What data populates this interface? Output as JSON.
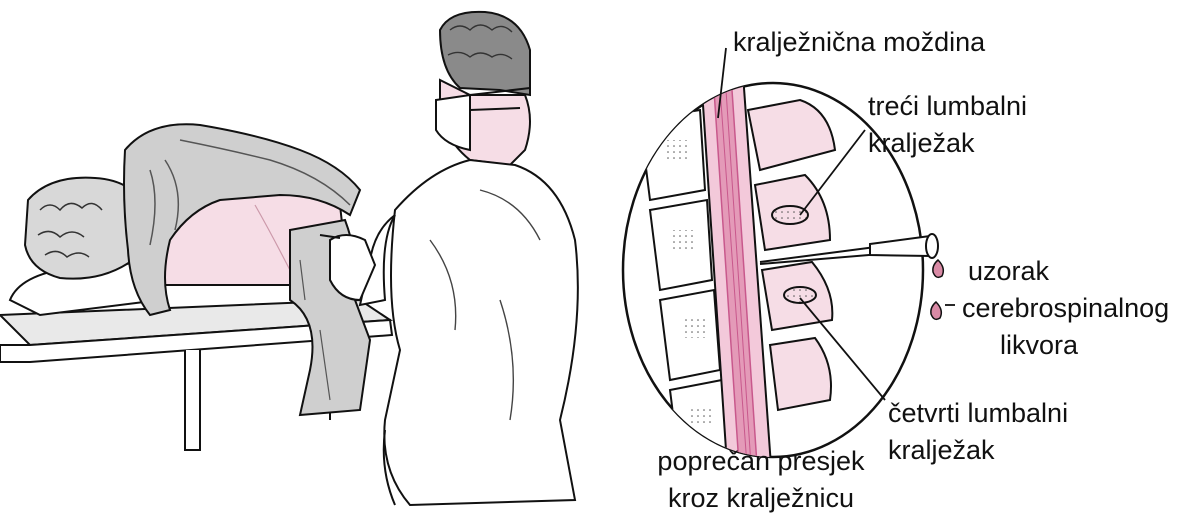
{
  "labels": {
    "spinal_cord": "kralježnična moždina",
    "third_lumbar_line1": "treći lumbalni",
    "third_lumbar_line2": "kralježak",
    "sample_line1": "uzorak",
    "sample_line2": "cerebrospinalnog",
    "sample_line3": "likvora",
    "fourth_lumbar_line1": "četvrti lumbalni",
    "fourth_lumbar_line2": "kralježak",
    "cross_section_line1": "poprečan presjek",
    "cross_section_line2": "kroz kralježnicu"
  },
  "colors": {
    "skin": "#f6dde6",
    "cord": "#e49ab8",
    "cord_dark": "#c8588c",
    "canal": "#f3c9da",
    "blanket": "#cfcfcf",
    "fluid": "#d98aa5",
    "outline": "#111111"
  }
}
